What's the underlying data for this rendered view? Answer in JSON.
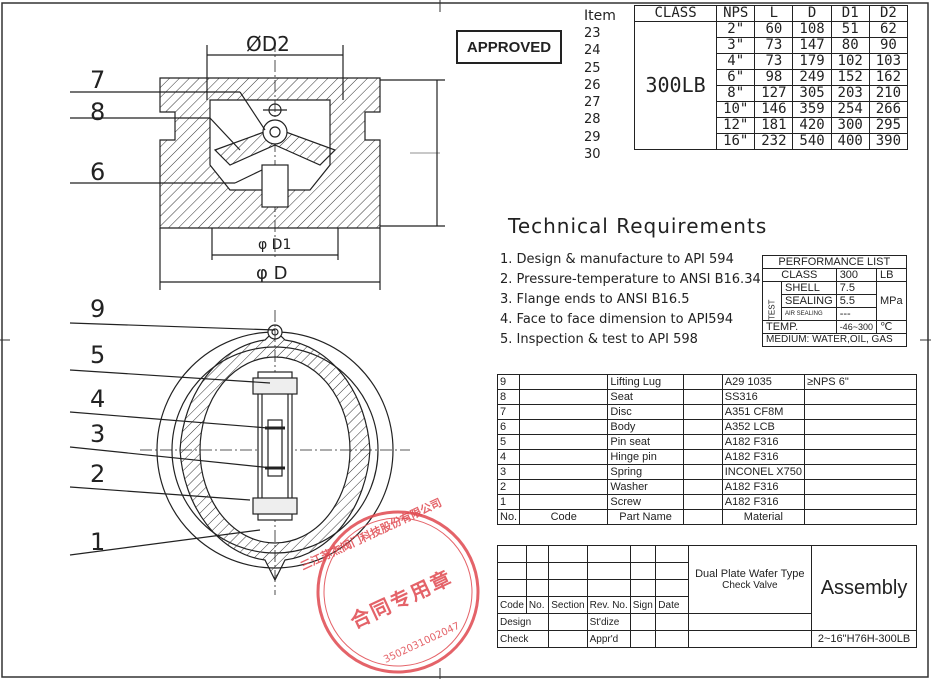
{
  "stamp_approved": "APPROVED",
  "views": {
    "labels_top": [
      "7",
      "8",
      "6"
    ],
    "labels_bottom": [
      "9",
      "5",
      "4",
      "3",
      "2",
      "1"
    ],
    "dim_d2": "ØD2",
    "dim_d1": "φ D1",
    "dim_d": "φ D"
  },
  "item_header": "Item",
  "item_numbers": [
    "23",
    "24",
    "25",
    "26",
    "27",
    "28",
    "29",
    "30"
  ],
  "dimension_table": {
    "headers": [
      "CLASS",
      "NPS",
      "L",
      "D",
      "D1",
      "D2"
    ],
    "class_value": "300LB",
    "rows": [
      [
        "2\"",
        "60",
        "108",
        "51",
        "62"
      ],
      [
        "3\"",
        "73",
        "147",
        "80",
        "90"
      ],
      [
        "4\"",
        "73",
        "179",
        "102",
        "103"
      ],
      [
        "6\"",
        "98",
        "249",
        "152",
        "162"
      ],
      [
        "8\"",
        "127",
        "305",
        "203",
        "210"
      ],
      [
        "10\"",
        "146",
        "359",
        "254",
        "266"
      ],
      [
        "12\"",
        "181",
        "420",
        "300",
        "295"
      ],
      [
        "16\"",
        "232",
        "540",
        "400",
        "390"
      ]
    ]
  },
  "tech": {
    "title": "Technical Requirements",
    "items": [
      "1. Design & manufacture to API 594",
      "2. Pressure-temperature to ANSI B16.34",
      "3. Flange ends to ANSI B16.5",
      "4. Face to face dimension to API594",
      "5. Inspection & test to API 598"
    ]
  },
  "performance": {
    "title": "PERFORMANCE LIST",
    "class_label": "CLASS",
    "class_value": "300",
    "class_unit": "LB",
    "test_label": "TEST",
    "shell_label": "SHELL",
    "shell_value": "7.5",
    "sealing_label": "SEALING",
    "sealing_value": "5.5",
    "unit_mpa": "MPa",
    "air_label": "AIR SEALING",
    "air_value": "---",
    "temp_label": "TEMP.",
    "temp_value": "-46~300",
    "temp_unit": "℃",
    "medium": "MEDIUM: WATER,OIL, GAS"
  },
  "parts": {
    "rows": [
      [
        "9",
        "",
        "Lifting Lug",
        "A29 1035",
        "≥NPS 6\""
      ],
      [
        "8",
        "",
        "Seat",
        "SS316",
        ""
      ],
      [
        "7",
        "",
        "Disc",
        "A351 CF8M",
        ""
      ],
      [
        "6",
        "",
        "Body",
        "A352 LCB",
        ""
      ],
      [
        "5",
        "",
        "Pin seat",
        "A182 F316",
        ""
      ],
      [
        "4",
        "",
        "Hinge pin",
        "A182 F316",
        ""
      ],
      [
        "3",
        "",
        "Spring",
        "INCONEL X750",
        ""
      ],
      [
        "2",
        "",
        "Washer",
        "A182 F316",
        ""
      ],
      [
        "1",
        "",
        "Screw",
        "A182 F316",
        ""
      ]
    ],
    "header_no": "No.",
    "header_code": "Code",
    "header_part": "Part Name",
    "header_material": "Material"
  },
  "title_block": {
    "product_line1": "Dual Plate Wafer Type",
    "product_line2": "Check Valve",
    "assembly": "Assembly",
    "model": "2~16\"H76H-300LB",
    "labels": {
      "code": "Code",
      "no": "No.",
      "section": "Section",
      "rev_no": "Rev. No.",
      "sign": "Sign",
      "date": "Date",
      "design": "Design",
      "stdize": "St'dize",
      "check": "Check",
      "apprd": "Appr'd"
    }
  },
  "seal": {
    "ring_text": "三江苏杰阀门科技股份有限公司",
    "center": "合同专用章",
    "number": "3502031002047",
    "color": "#e0484f"
  }
}
